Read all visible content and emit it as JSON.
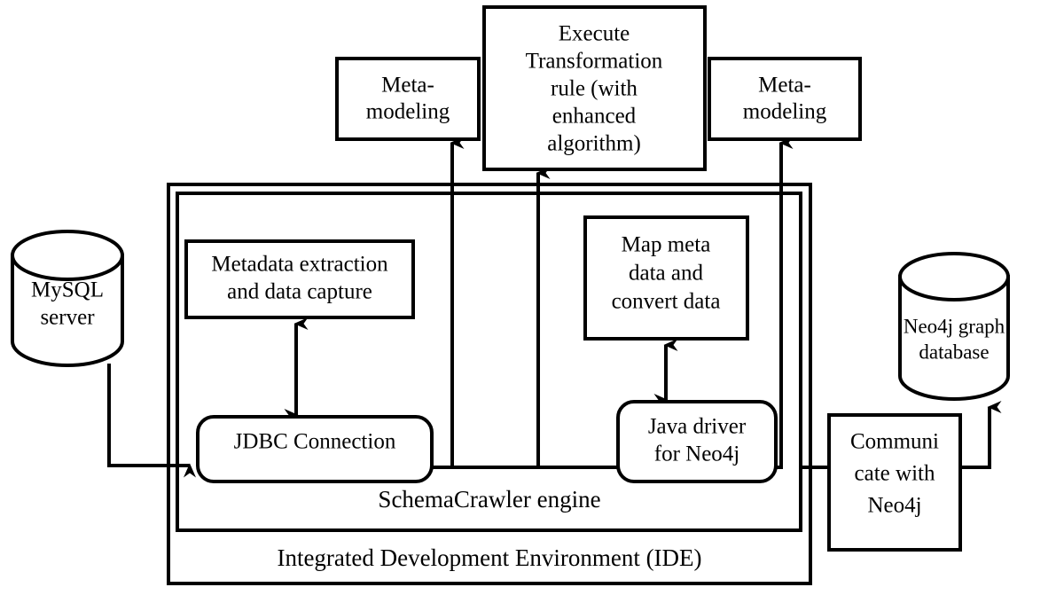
{
  "diagram": {
    "type": "architecture-block-diagram",
    "background_color": "#ffffff",
    "stroke_color": "#000000",
    "containers": [
      {
        "id": "ide",
        "label": "Integrated Development Environment (IDE)"
      },
      {
        "id": "schemacrawler",
        "label": "SchemaCrawler engine"
      }
    ],
    "nodes": {
      "meta_modeling_left": {
        "label": "Meta-\nmodeling",
        "line1": "Meta-",
        "line2": "modeling",
        "shape": "rectangle"
      },
      "execute_transformation": {
        "label": "Execute Transformation rule (with enhanced algorithm)",
        "line1": "Execute",
        "line2": "Transformation",
        "line3": "rule (with",
        "line4": "enhanced",
        "line5": "algorithm)",
        "shape": "rectangle"
      },
      "meta_modeling_right": {
        "label": "Meta-\nmodeling",
        "line1": "Meta-",
        "line2": "modeling",
        "shape": "rectangle"
      },
      "mysql_server": {
        "label": "MySQL server",
        "line1": "MySQL",
        "line2": "server",
        "shape": "cylinder"
      },
      "metadata_extraction": {
        "label": "Metadata extraction and data capture",
        "line1": "Metadata extraction",
        "line2": "and data capture",
        "shape": "rectangle"
      },
      "map_meta_data": {
        "label": "Map meta data and convert data",
        "line1": "Map meta",
        "line2": "data and",
        "line3": "convert data",
        "shape": "rectangle"
      },
      "neo4j_graph_database": {
        "label": "Neo4j graph database",
        "line1": "Neo4j graph",
        "line2": "database",
        "shape": "cylinder"
      },
      "jdbc_connection": {
        "label": "JDBC Connection",
        "shape": "rounded-rectangle"
      },
      "java_driver": {
        "label": "Java driver for Neo4j",
        "line1": "Java driver",
        "line2": "for Neo4j",
        "shape": "rounded-rectangle"
      },
      "communicate_with_neo4j": {
        "label": "Communi cate with Neo4j",
        "line1": "Communi",
        "line2": "cate with",
        "line3": "Neo4j",
        "shape": "rectangle"
      }
    },
    "edges": [
      {
        "id": "mysql-to-jdbc",
        "from": "mysql_server",
        "to": "jdbc_connection",
        "arrow": "single"
      },
      {
        "id": "jdbc-to-metadata",
        "from": "jdbc_connection",
        "to": "metadata_extraction",
        "arrow": "double"
      },
      {
        "id": "javadriver-to-mapmeta",
        "from": "java_driver",
        "to": "map_meta_data",
        "arrow": "double"
      },
      {
        "id": "engine-to-metamodeling-left",
        "from": "schemacrawler",
        "to": "meta_modeling_left",
        "arrow": "single"
      },
      {
        "id": "engine-to-execute-transformation",
        "from": "schemacrawler",
        "to": "execute_transformation",
        "arrow": "single"
      },
      {
        "id": "engine-to-metamodeling-right",
        "from": "schemacrawler",
        "to": "meta_modeling_right",
        "arrow": "single"
      },
      {
        "id": "communicate-to-neo4jdb",
        "from": "communicate_with_neo4j",
        "to": "neo4j_graph_database",
        "arrow": "single"
      }
    ]
  }
}
